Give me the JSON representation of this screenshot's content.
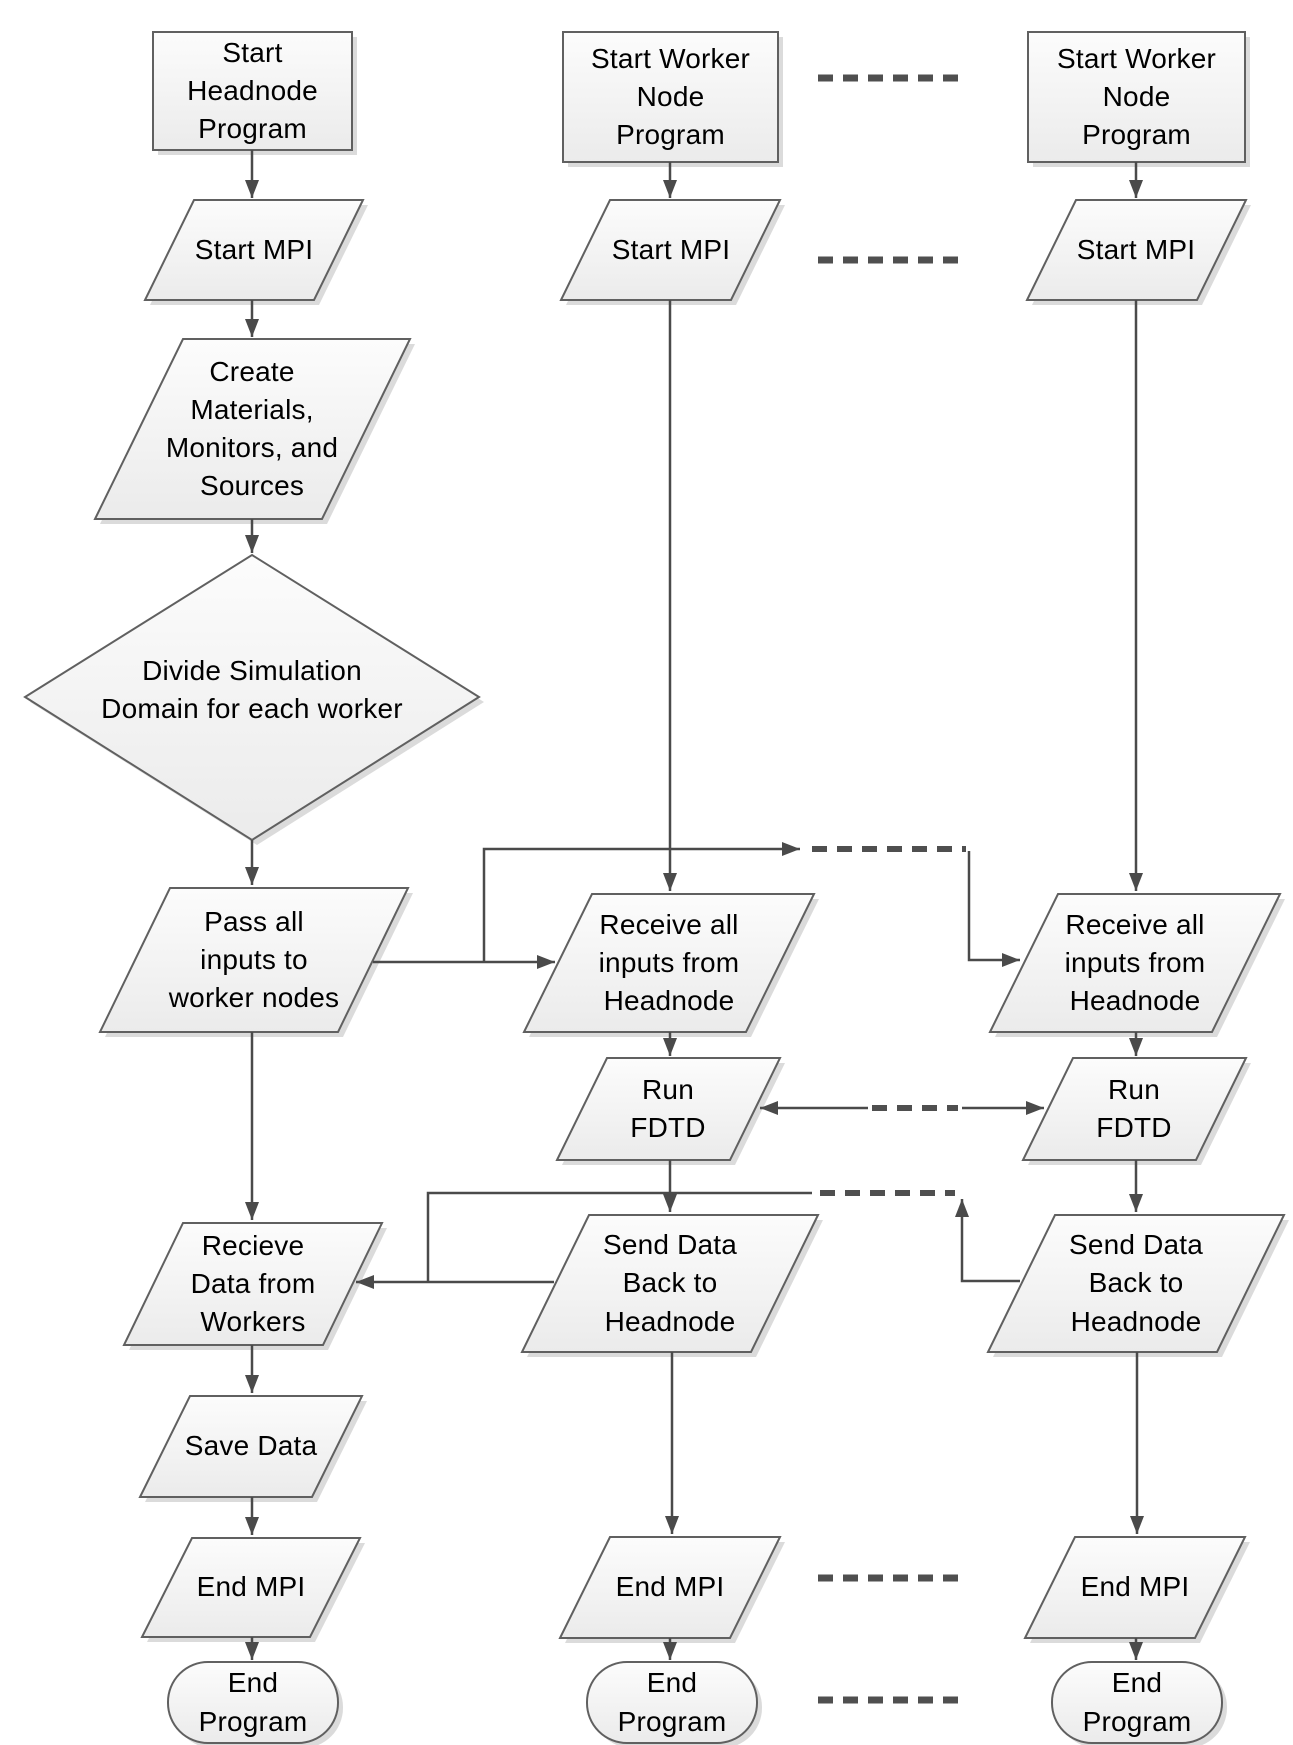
{
  "colors": {
    "node_fill_top": "#fcfcfc",
    "node_fill_bottom": "#ebebeb",
    "node_stroke": "#606060",
    "connector": "#4a4a4a",
    "dashed_separator": "#4f4f4f",
    "text": "#000000",
    "shadow": "#cfcfcf",
    "background": "#ffffff"
  },
  "columns": [
    {
      "name": "headnode",
      "nodes": [
        {
          "id": "start-headnode-program",
          "shape": "rectangle",
          "label": "Start\nHeadnode\nProgram"
        },
        {
          "id": "start-mpi",
          "shape": "parallelogram",
          "label": "Start MPI"
        },
        {
          "id": "create-materials",
          "shape": "parallelogram",
          "label": "Create\nMaterials,\nMonitors, and\nSources"
        },
        {
          "id": "divide-domain",
          "shape": "diamond",
          "label": "Divide Simulation\nDomain for each worker"
        },
        {
          "id": "pass-inputs",
          "shape": "parallelogram",
          "label": "Pass all\ninputs to\nworker nodes"
        },
        {
          "id": "recieve-data",
          "shape": "parallelogram",
          "label": "Recieve\nData from\nWorkers"
        },
        {
          "id": "save-data",
          "shape": "parallelogram",
          "label": "Save Data"
        },
        {
          "id": "end-mpi",
          "shape": "parallelogram",
          "label": "End MPI"
        },
        {
          "id": "end-program",
          "shape": "terminator",
          "label": "End\nProgram"
        }
      ]
    },
    {
      "name": "worker-node",
      "nodes": [
        {
          "id": "start-worker-node-program",
          "shape": "rectangle",
          "label": "Start Worker\nNode\nProgram"
        },
        {
          "id": "start-mpi",
          "shape": "parallelogram",
          "label": "Start MPI"
        },
        {
          "id": "receive-inputs",
          "shape": "parallelogram",
          "label": "Receive all\ninputs from\nHeadnode"
        },
        {
          "id": "run-fdtd",
          "shape": "parallelogram",
          "label": "Run\nFDTD"
        },
        {
          "id": "send-data-back",
          "shape": "parallelogram",
          "label": "Send Data\nBack to\nHeadnode"
        },
        {
          "id": "end-mpi",
          "shape": "parallelogram",
          "label": "End MPI"
        },
        {
          "id": "end-program",
          "shape": "terminator",
          "label": "End\nProgram"
        }
      ]
    },
    {
      "name": "worker-node-n",
      "nodes": [
        {
          "id": "start-worker-node-program",
          "shape": "rectangle",
          "label": "Start Worker\nNode\nProgram"
        },
        {
          "id": "start-mpi",
          "shape": "parallelogram",
          "label": "Start MPI"
        },
        {
          "id": "receive-inputs",
          "shape": "parallelogram",
          "label": "Receive all\ninputs from\nHeadnode"
        },
        {
          "id": "run-fdtd",
          "shape": "parallelogram",
          "label": "Run\nFDTD"
        },
        {
          "id": "send-data-back",
          "shape": "parallelogram",
          "label": "Send Data\nBack to\nHeadnode"
        },
        {
          "id": "end-mpi",
          "shape": "parallelogram",
          "label": "End MPI"
        },
        {
          "id": "end-program",
          "shape": "terminator",
          "label": "End\nProgram"
        }
      ]
    }
  ]
}
